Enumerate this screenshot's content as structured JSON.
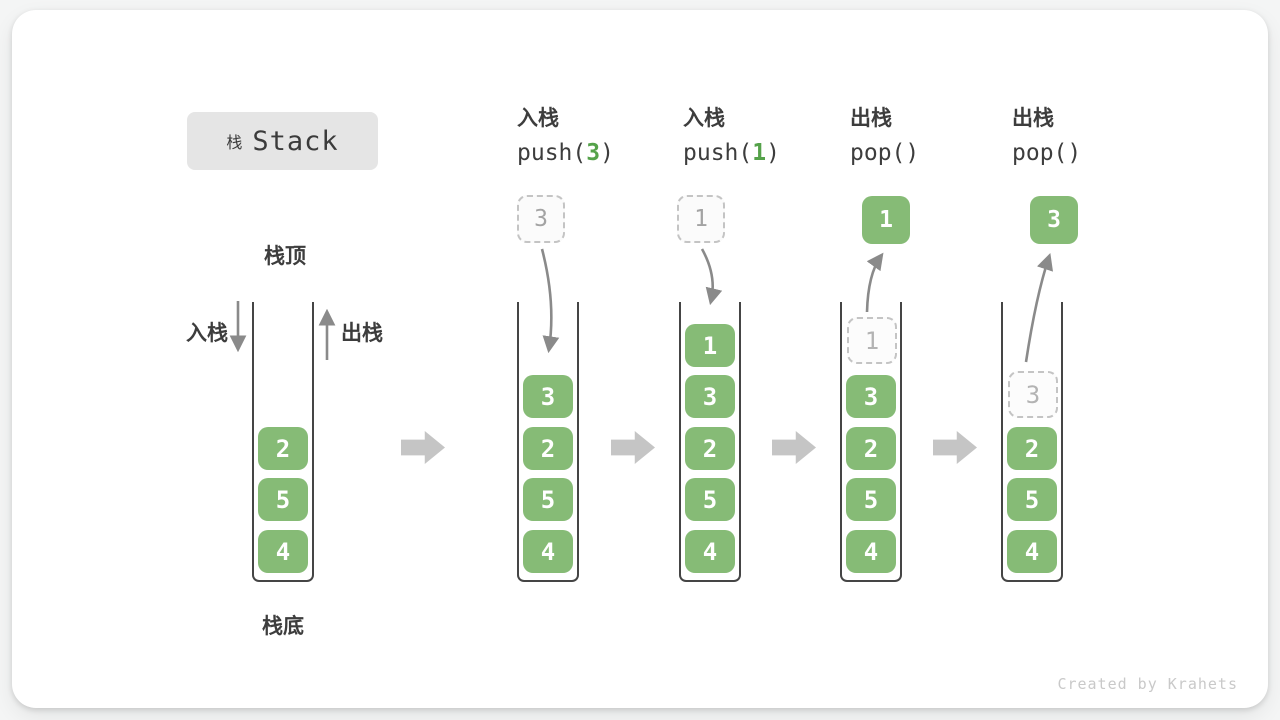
{
  "title": {
    "zh": "栈",
    "en": "Stack"
  },
  "side_labels": {
    "stack_top": "栈顶",
    "stack_bottom": "栈底",
    "push": "入栈",
    "pop": "出栈"
  },
  "operations": [
    {
      "action": "入栈",
      "code_pre": "push(",
      "arg": "3",
      "code_post": ")"
    },
    {
      "action": "入栈",
      "code_pre": "push(",
      "arg": "1",
      "code_post": ")"
    },
    {
      "action": "出栈",
      "code_pre": "pop(",
      "arg": "",
      "code_post": ")"
    },
    {
      "action": "出栈",
      "code_pre": "pop(",
      "arg": "",
      "code_post": ")"
    }
  ],
  "stacks": [
    {
      "name": "initial",
      "floating": null,
      "cells": [
        {
          "value": "2",
          "ghost": false
        },
        {
          "value": "5",
          "ghost": false
        },
        {
          "value": "4",
          "ghost": false
        }
      ]
    },
    {
      "name": "after-push-3",
      "floating": {
        "style": "dashed",
        "value": "3"
      },
      "cells": [
        {
          "value": "3",
          "ghost": false
        },
        {
          "value": "2",
          "ghost": false
        },
        {
          "value": "5",
          "ghost": false
        },
        {
          "value": "4",
          "ghost": false
        }
      ]
    },
    {
      "name": "after-push-1",
      "floating": {
        "style": "dashed",
        "value": "1"
      },
      "cells": [
        {
          "value": "1",
          "ghost": false
        },
        {
          "value": "3",
          "ghost": false
        },
        {
          "value": "2",
          "ghost": false
        },
        {
          "value": "5",
          "ghost": false
        },
        {
          "value": "4",
          "ghost": false
        }
      ]
    },
    {
      "name": "after-pop-1",
      "floating": {
        "style": "solid",
        "value": "1"
      },
      "cells": [
        {
          "value": "1",
          "ghost": true
        },
        {
          "value": "3",
          "ghost": false
        },
        {
          "value": "2",
          "ghost": false
        },
        {
          "value": "5",
          "ghost": false
        },
        {
          "value": "4",
          "ghost": false
        }
      ]
    },
    {
      "name": "after-pop-3",
      "floating": {
        "style": "solid",
        "value": "3"
      },
      "cells": [
        {
          "value": "3",
          "ghost": true
        },
        {
          "value": "2",
          "ghost": false
        },
        {
          "value": "5",
          "ghost": false
        },
        {
          "value": "4",
          "ghost": false
        }
      ]
    }
  ],
  "watermark": "Created by Krahets",
  "colors": {
    "cell_green": "#86bb76",
    "code_arg_green": "#55a24a",
    "thin_arrow_gray": "#8a8a8a",
    "block_arrow_gray": "#c5c5c5",
    "ghost_border": "#c4c4c4",
    "ghost_text": "#b3b3b3",
    "dark_text": "#3d3d3d",
    "title_bg": "#e5e5e5",
    "watermark_gray": "#c9c9c9"
  }
}
